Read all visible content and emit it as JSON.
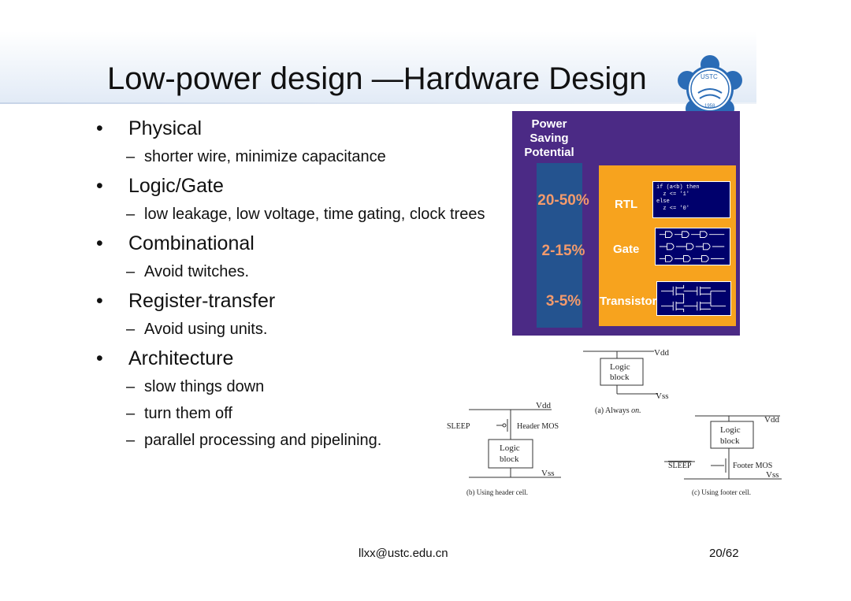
{
  "slide": {
    "title": "Low-power design —Hardware Design",
    "bullets": [
      {
        "label": "Physical",
        "subs": [
          "shorter wire, minimize capacitance"
        ]
      },
      {
        "label": "Logic/Gate",
        "subs": [
          "low leakage, low voltage, time gating, clock trees"
        ]
      },
      {
        "label": "Combinational",
        "subs": [
          "Avoid twitches."
        ]
      },
      {
        "label": "Register-transfer",
        "subs": [
          "Avoid using units."
        ]
      },
      {
        "label": "Architecture",
        "subs": [
          "slow things down",
          "turn them off",
          "parallel processing and pipelining."
        ]
      }
    ]
  },
  "logo": {
    "text": "USTC",
    "year": "1958"
  },
  "power_figure": {
    "header": [
      "Power",
      "Saving",
      "Potential"
    ],
    "levels": [
      {
        "pct": "20-50%",
        "label": "RTL"
      },
      {
        "pct": "2-15%",
        "label": "Gate"
      },
      {
        "pct": "3-5%",
        "label": "Transistor"
      }
    ],
    "rtl_code": "if (a<b) then\n  z <= '1'\nelse\n  z <= '0'",
    "colors": {
      "background": "#4b2a85",
      "column": "#24538f",
      "box": "#f7a31e",
      "percent": "#f39a6c"
    }
  },
  "circuits": {
    "logic_block": [
      "Logic",
      "block"
    ],
    "vdd": "Vdd",
    "vss": "Vss",
    "sleep": "SLEEP",
    "header_mos": "Header MOS",
    "footer_mos": "Footer MOS",
    "caption_a": "(a) Always ",
    "caption_a_em": "on.",
    "caption_b": "(b) Using header cell.",
    "caption_c": "(c) Using footer cell."
  },
  "footer": {
    "email": "llxx@ustc.edu.cn",
    "page": "20/62"
  }
}
